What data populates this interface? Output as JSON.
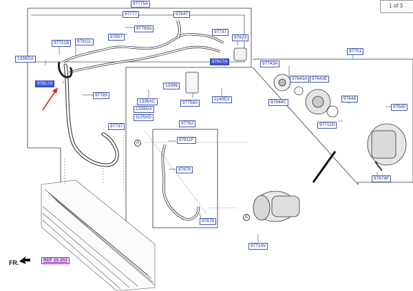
{
  "pager": {
    "text": "1 of 3",
    "blank": ""
  },
  "fr_label": "FR.",
  "ref_label": "REF 25-253",
  "marker": "A",
  "labels": {
    "p97775A": "97775A",
    "p97777": "97777",
    "p97647": "97647",
    "p97857": "97857",
    "p97785A": "97785A",
    "p97737a": "97737",
    "p97623": "97623",
    "p97721B": "97721B",
    "p97811L": "97811L",
    "p1339GAa": "1339GA",
    "p97617Aa": "97617A",
    "p97617Ab": "97617A",
    "p97785": "97785",
    "p13396": "13396",
    "p1336AC": "1336AC",
    "p1339GAb": "1339GA",
    "p1125AD": "1125AD",
    "p97758A": "97758A",
    "p1140EX": "1140EX",
    "p97737b": "97737",
    "p97762": "97762",
    "p97811F": "97811F",
    "p97678": "97678",
    "p97676": "97676",
    "p97714V": "97714V",
    "p97701": "97701",
    "p97743A": "97743A",
    "p97643A": "97643A",
    "p97643E": "97643E",
    "p97644C": "97644C",
    "p97646": "97646",
    "p97640": "97640",
    "p97711D": "97711D",
    "p97674F": "97674F"
  },
  "colors": {
    "label_border": "#3a56b5",
    "label_text": "#1c2f86",
    "highlight": "#3e5bd8",
    "arrow": "#e02020",
    "ref": "#8a1fb0"
  }
}
